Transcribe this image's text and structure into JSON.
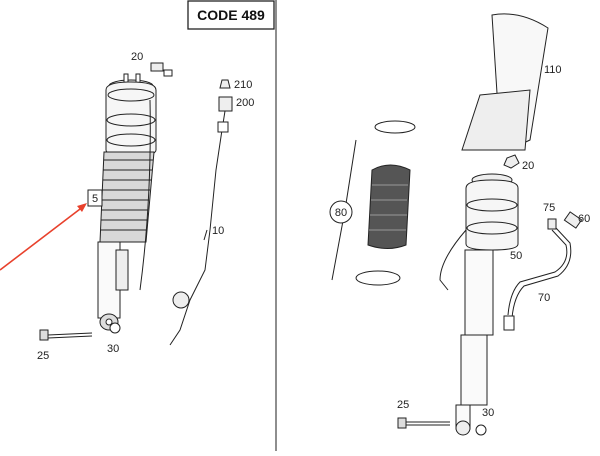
{
  "header": {
    "code_label": "CODE 489"
  },
  "callouts": {
    "left_shock": "5",
    "left_nut": "20",
    "left_cap": "210",
    "left_connector": "200",
    "left_cable": "10",
    "left_bolt": "25",
    "left_washer": "30",
    "right_cover": "110",
    "right_nut": "20",
    "right_clamp_group": "80",
    "right_valve": "75",
    "right_plug": "60",
    "right_strut": "50",
    "right_hose": "70",
    "right_bolt": "25",
    "right_washer": "30"
  },
  "colors": {
    "arrow": "#e8412c",
    "line": "#222222",
    "divider": "#444444"
  }
}
